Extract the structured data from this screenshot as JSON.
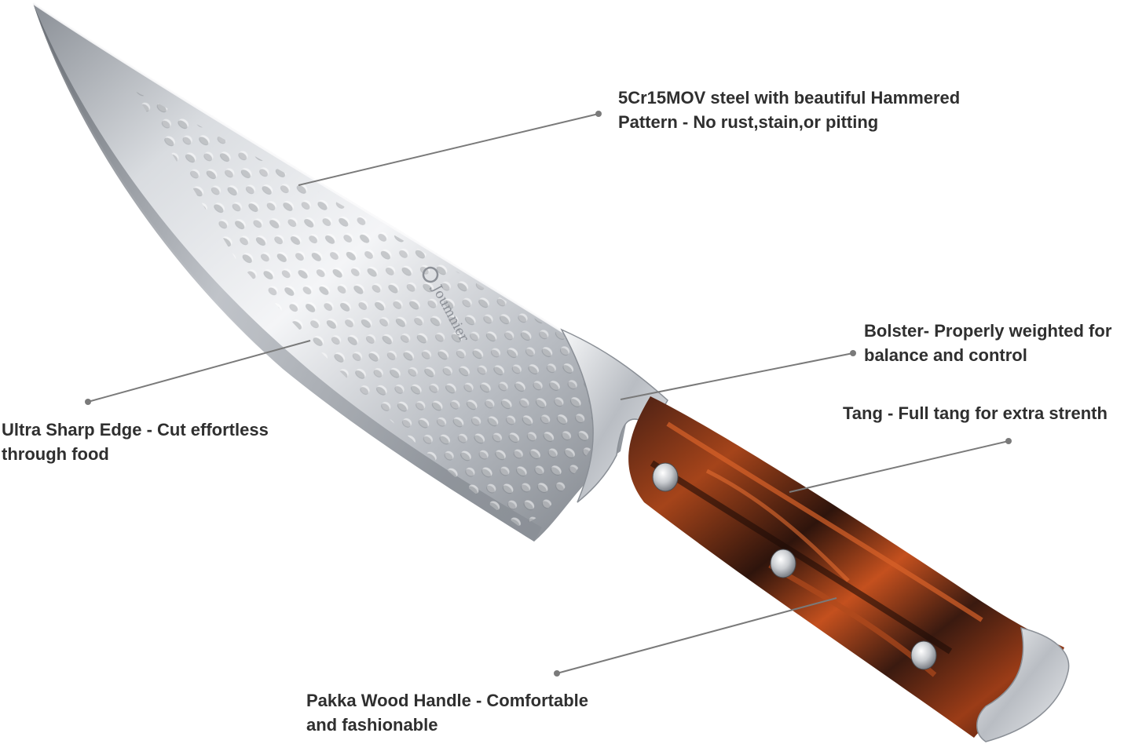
{
  "callouts": {
    "steel": {
      "line1": "5Cr15MOV steel with beautiful Hammered",
      "line2": "Pattern - No rust,stain,or pitting"
    },
    "bolster": {
      "line1": "Bolster- Properly weighted for",
      "line2": "balance and control"
    },
    "tang": {
      "line1": "Tang - Full tang for extra strenth"
    },
    "edge": {
      "line1": "Ultra Sharp Edge - Cut effortless",
      "line2": "through food"
    },
    "handle": {
      "line1": "Pakka Wood Handle - Comfortable",
      "line2": "and fashionable"
    }
  },
  "blade_brand": "Joumnier",
  "colors": {
    "text": "#2f2f2f",
    "leader_line": "#7a7a7a",
    "wood_dark": "#3a1a10",
    "wood_orange": "#c4501e",
    "steel_light": "#e9ebee",
    "steel_dark": "#6f747b"
  },
  "icons": {
    "rivet": "rivet-icon",
    "brand_logo": "brand-logo-icon"
  }
}
